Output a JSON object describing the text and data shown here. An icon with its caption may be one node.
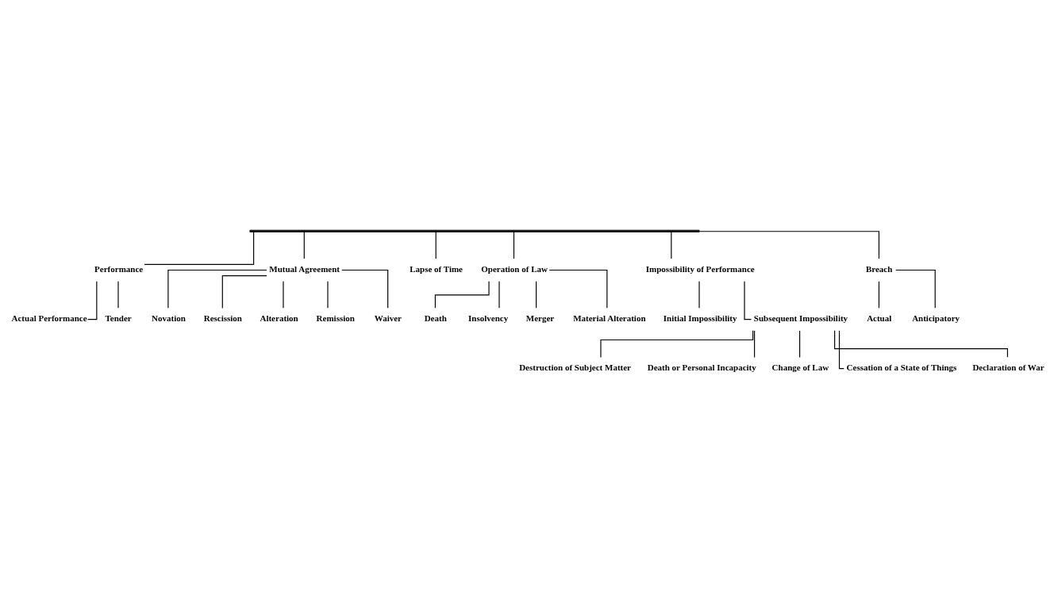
{
  "diagram": {
    "nodes": [
      {
        "text": [],
        "shape": "bar"
      },
      {
        "text": [
          "Performance"
        ]
      },
      {
        "text": [
          "Mutual Agreement"
        ]
      },
      {
        "text": [
          "Lapse of Time"
        ]
      },
      {
        "text": [
          "Operation of Law"
        ]
      },
      {
        "text": [
          "Impossibility of Performance"
        ]
      },
      {
        "text": [
          "Breach"
        ]
      },
      {
        "text": [
          "Actual Performance"
        ]
      },
      {
        "text": [
          "Tender"
        ]
      },
      {
        "text": [
          "Death"
        ]
      },
      {
        "text": [
          "Insolvency"
        ]
      },
      {
        "text": [
          "Merger"
        ]
      },
      {
        "text": [
          "Material Alteration"
        ]
      },
      {
        "text": [
          "Actual"
        ]
      },
      {
        "text": [
          "Anticipatory"
        ]
      },
      {
        "text": [
          "Novation"
        ]
      },
      {
        "text": [
          "Rescission"
        ]
      },
      {
        "text": [
          "Alteration"
        ]
      },
      {
        "text": [
          "Remission"
        ]
      },
      {
        "text": [
          "Waiver"
        ]
      },
      {
        "text": [
          "Initial Impossibility"
        ]
      },
      {
        "text": [
          "Subsequent Impossibility"
        ]
      },
      {
        "text": [
          "Destruction of Subject Matter"
        ]
      },
      {
        "text": [
          "Death or Personal Incapacity"
        ]
      },
      {
        "text": [
          "Change of Law"
        ]
      },
      {
        "text": [
          "Cessation of a State of Things"
        ]
      },
      {
        "text": [
          "Declaration of War"
        ]
      }
    ],
    "edges": [
      {
        "from": 0,
        "to": 1,
        "arrow": "none"
      },
      {
        "from": 0,
        "to": 2,
        "arrow": "none"
      },
      {
        "from": 0,
        "to": 3,
        "arrow": "none"
      },
      {
        "from": 0,
        "to": 4,
        "arrow": "none"
      },
      {
        "from": 0,
        "to": 5,
        "arrow": "none"
      },
      {
        "from": 0,
        "to": 6,
        "arrow": "none"
      },
      {
        "from": 1,
        "to": 7,
        "arrow": "none"
      },
      {
        "from": 1,
        "to": 8,
        "arrow": "none"
      },
      {
        "from": 2,
        "to": 15,
        "arrow": "none"
      },
      {
        "from": 2,
        "to": 16,
        "arrow": "none"
      },
      {
        "from": 2,
        "to": 17,
        "arrow": "none"
      },
      {
        "from": 2,
        "to": 18,
        "arrow": "none"
      },
      {
        "from": 2,
        "to": 19,
        "arrow": "none"
      },
      {
        "from": 4,
        "to": 9,
        "arrow": "none"
      },
      {
        "from": 4,
        "to": 10,
        "arrow": "none"
      },
      {
        "from": 4,
        "to": 11,
        "arrow": "none"
      },
      {
        "from": 4,
        "to": 12,
        "arrow": "none"
      },
      {
        "from": 5,
        "to": 20,
        "arrow": "none"
      },
      {
        "from": 5,
        "to": 21,
        "arrow": "none"
      },
      {
        "from": 6,
        "to": 13,
        "arrow": "none"
      },
      {
        "from": 6,
        "to": 14,
        "arrow": "none"
      },
      {
        "from": 21,
        "to": 22,
        "arrow": "none"
      },
      {
        "from": 21,
        "to": 23,
        "arrow": "none"
      },
      {
        "from": 21,
        "to": 24,
        "arrow": "none"
      },
      {
        "from": 21,
        "to": 25,
        "arrow": "none"
      },
      {
        "from": 21,
        "to": 26,
        "arrow": "none"
      }
    ]
  }
}
